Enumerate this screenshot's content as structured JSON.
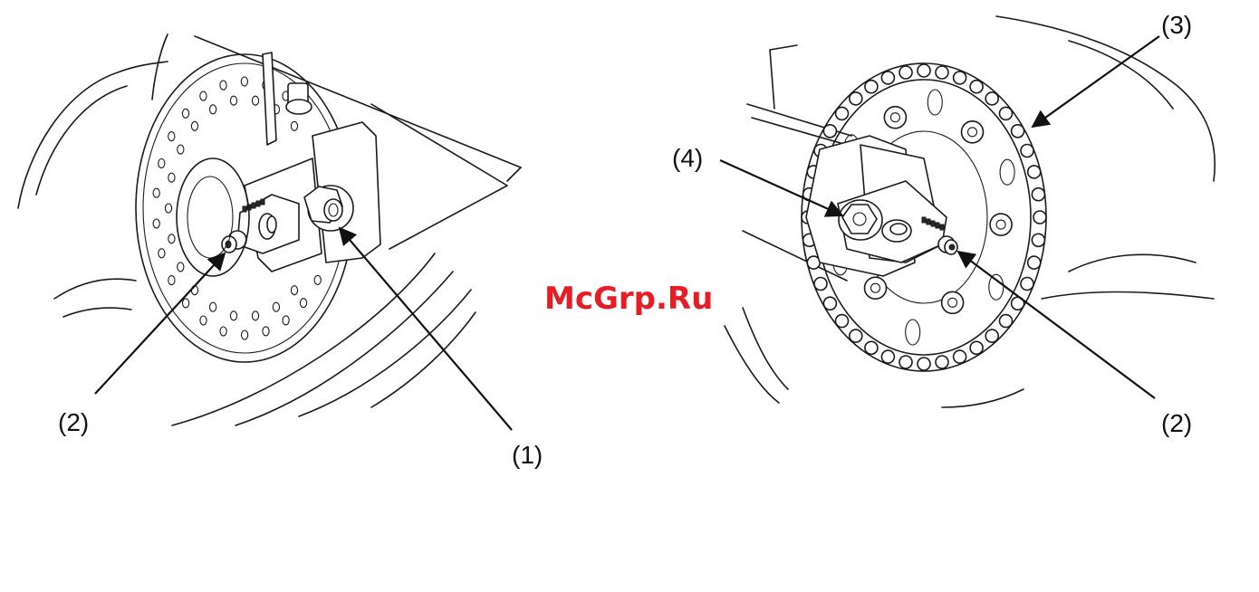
{
  "callouts": {
    "left_2": "(2)",
    "left_1": "(1)",
    "right_4": "(4)",
    "right_3": "(3)",
    "right_2": "(2)"
  },
  "watermark": {
    "text": "McGrp.Ru",
    "color": "#e51d25"
  },
  "colors": {
    "line": "#1a1a1a",
    "background": "#ffffff"
  }
}
